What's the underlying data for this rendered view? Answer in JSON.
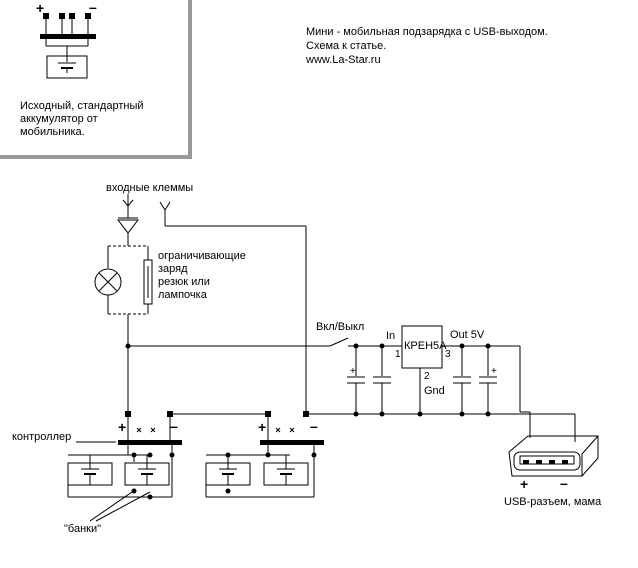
{
  "header": {
    "lines": [
      "Мини - мобильная подзарядка с USB-выходом.",
      "Схема к статье.",
      "www.La-Star.ru"
    ]
  },
  "legend": {
    "caption": "Исходный, стандартный\nаккумулятор от\nмобильника.",
    "plus": "+",
    "minus": "–"
  },
  "labels": {
    "input_terminals": "входные клеммы",
    "limiter": "ограничивающие\nзаряд\nрезюк или\nлампочка",
    "switch": "Вкл/Выкл",
    "controller": "контроллер",
    "cells": "\"банки\"",
    "regulator": "КРЕН5А",
    "pin_in": "In",
    "pin1": "1",
    "pin2": "2",
    "pin3": "3",
    "gnd": "Gnd",
    "out": "Out 5V",
    "usb": "USB-разъем, мама",
    "plus": "+",
    "minus": "–",
    "usb_plus": "+",
    "usb_minus": "–"
  },
  "colors": {
    "line": "#000000",
    "frame": "#999999",
    "background": "#ffffff"
  }
}
